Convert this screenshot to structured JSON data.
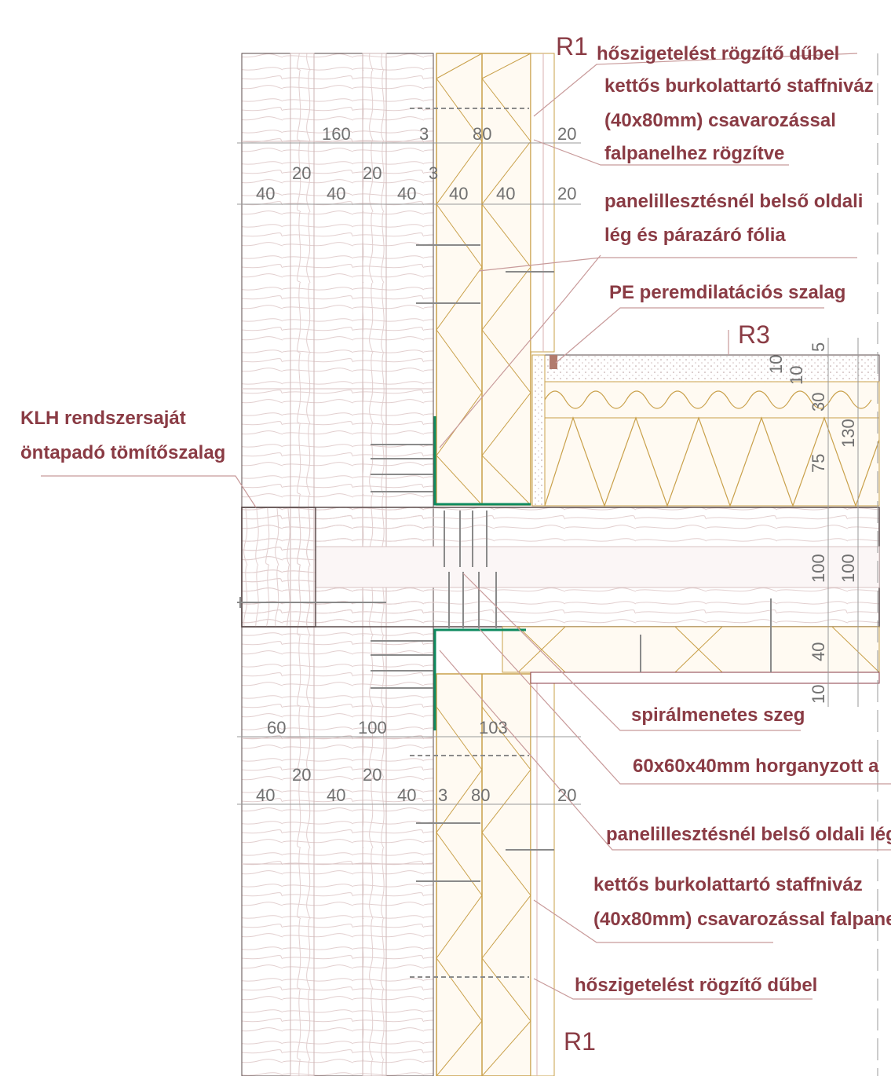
{
  "references": {
    "r1_top": "R1",
    "r3": "R3",
    "r1_bottom": "R1"
  },
  "labels": {
    "dubel_top": "hőszigetelést rögzítő dűbel",
    "staff_top_1": "kettős burkolattartó staffniváz",
    "staff_top_2": "(40x80mm) csavarozással",
    "staff_top_3": "falpanelhez rögzítve",
    "folia_top_1": "panelillesztésnél belső oldali",
    "folia_top_2": "lég és párazáró fólia",
    "pe_szalag": "PE peremdilatációs szalag",
    "klh_1": "KLH rendszersaját",
    "klh_2": "öntapadó tömítőszalag",
    "szeg": "spirálmenetes szeg",
    "horgany": "60x60x40mm horganyzott a",
    "folia_bottom": "panelillesztésnél belső oldali lég",
    "staff_bottom_1": "kettős burkolattartó staffniváz",
    "staff_bottom_2": "(40x80mm) csavarozással falpane",
    "dubel_bottom": "hőszigetelést rögzítő dűbel"
  },
  "dimensions": {
    "top_row1": [
      "160",
      "3",
      "80",
      "20"
    ],
    "top_row2": [
      "20",
      "20",
      "3"
    ],
    "top_row3": [
      "40",
      "40",
      "40",
      "40",
      "40",
      "20"
    ],
    "floor_vertical": [
      "5",
      "10",
      "10",
      "30",
      "130",
      "75",
      "100",
      "100",
      "40",
      "10"
    ],
    "bottom_row1": [
      "60",
      "100",
      "103"
    ],
    "bottom_row2": [
      "20",
      "20"
    ],
    "bottom_row3": [
      "40",
      "40",
      "40",
      "3",
      "80",
      "20"
    ]
  },
  "colors": {
    "wood": "#dcc4c4",
    "insulation": "#c9a04a",
    "membrane": "#0e8a5f",
    "label": "#8a3b44",
    "line": "#5a4a4a"
  }
}
